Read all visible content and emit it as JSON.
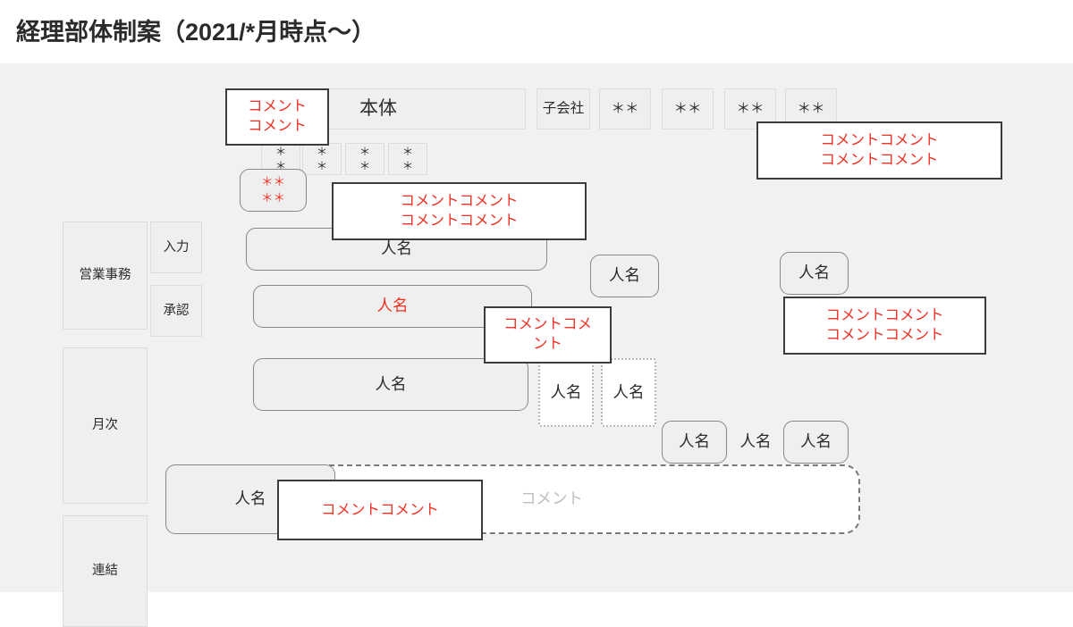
{
  "slide": {
    "title": "経理部体制案（2021/*月時点〜）",
    "background": "#ffffff",
    "canvas_color": "#f1f1f1",
    "accent_red": "#ee3224",
    "text_color": "#2b2b2b",
    "muted_color": "#bfbfbf"
  },
  "org_header": {
    "main_label": "本体",
    "subsidiary_label": "子会社",
    "subsidiary_cells": [
      "＊＊",
      "＊＊",
      "＊＊",
      "＊＊"
    ]
  },
  "sub_row": {
    "cells": [
      "＊\n＊",
      "＊\n＊",
      "＊\n＊",
      "＊\n＊"
    ],
    "cell_1_line1": "＊",
    "cell_1_line2": "＊",
    "cell_2_line1": "＊",
    "cell_2_line2": "＊",
    "cell_3_line1": "＊",
    "cell_3_line2": "＊",
    "cell_4_line1": "＊",
    "cell_4_line2": "＊",
    "red_pill_line1": "＊＊",
    "red_pill_line2": "＊＊"
  },
  "rows": {
    "sales_admin": {
      "label": "営業事務",
      "sub_input": "入力",
      "sub_approve": "承認"
    },
    "monthly": {
      "label": "月次"
    },
    "consolidated": {
      "label": "連結"
    }
  },
  "people": {
    "name": "人名",
    "input_row_main": "人名",
    "input_row_right": "人名",
    "input_row_far_right": "人名",
    "approve_row_main": "人名",
    "monthly_main": "人名",
    "monthly_dotted_1": "人名",
    "monthly_dotted_2": "人名",
    "monthly_pill_1": "人名",
    "monthly_plain": "人名",
    "monthly_pill_2": "人名",
    "consolidated_main": "人名"
  },
  "comments": {
    "top_left": {
      "line1": "コメント",
      "line2": "コメント"
    },
    "top_right": {
      "line1": "コメントコメント",
      "line2": "コメントコメント"
    },
    "mid_left": {
      "line1": "コメントコメント",
      "line2": "コメントコメント"
    },
    "mid_center": {
      "line1": "コメントコメ",
      "line2": "ント"
    },
    "mid_right": {
      "line1": "コメントコメント",
      "line2": "コメントコメント"
    },
    "bottom": {
      "line1": "コメントコメント"
    },
    "placeholder": "コメント"
  }
}
